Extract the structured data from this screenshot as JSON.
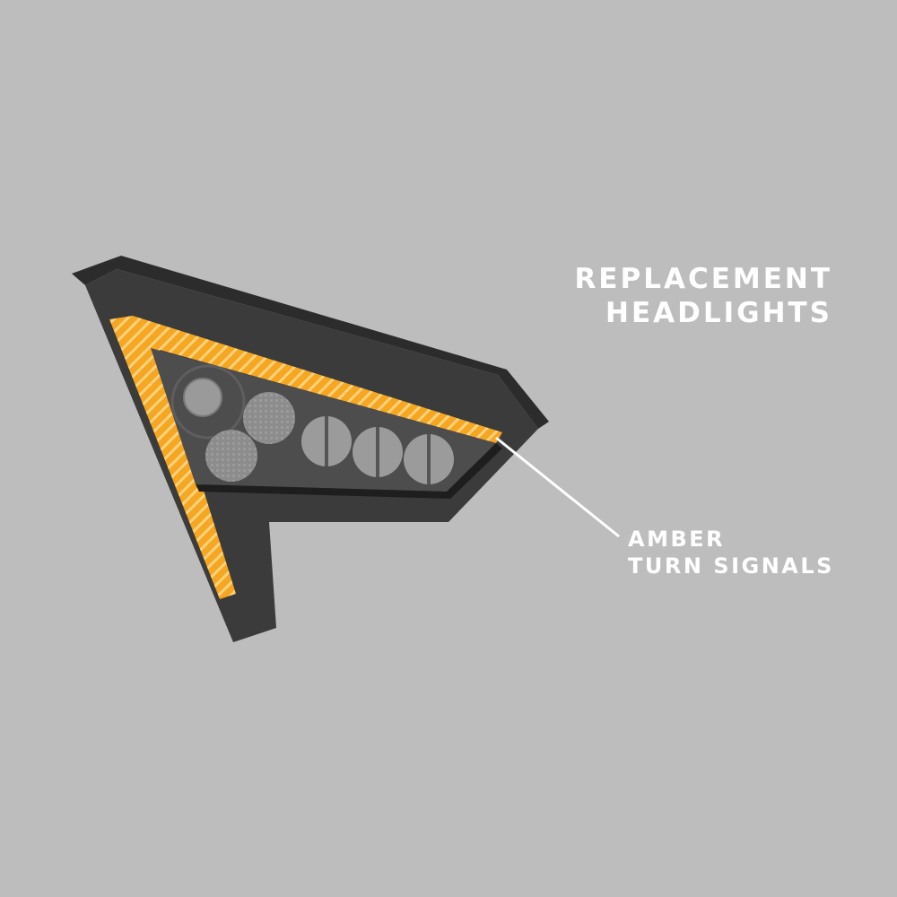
{
  "title": {
    "line1": "REPLACEMENT",
    "line2": "HEADLIGHTS"
  },
  "callout": {
    "line1": "AMBER",
    "line2": "TURN SIGNALS"
  },
  "colors": {
    "background": "#bdbdbd",
    "housing": "#3a3a3a",
    "housing_top": "#2d2d2d",
    "lens": "#4a4a4a",
    "amber": "#f5a623",
    "amber_stripe": "#ffd27a",
    "led_grey": "#8f8f8f",
    "text": "#ffffff"
  }
}
